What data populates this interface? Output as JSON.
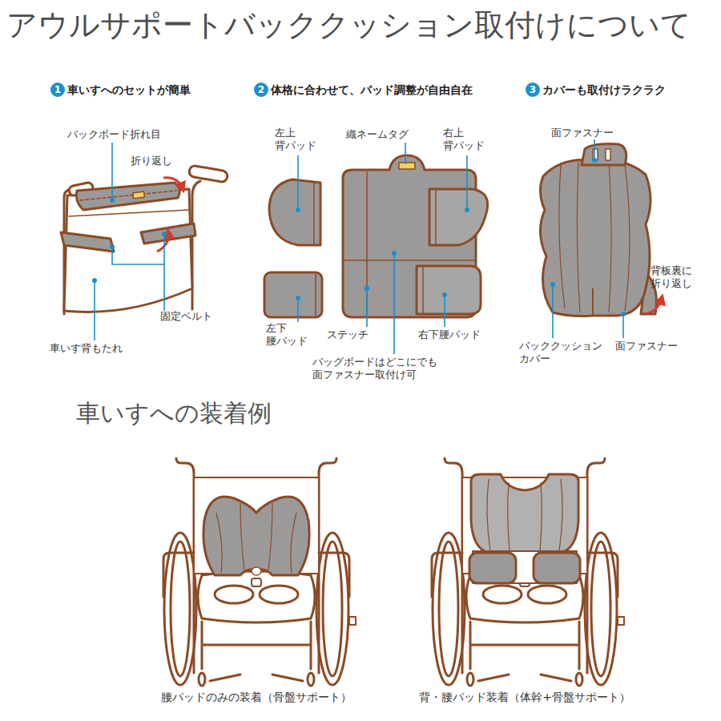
{
  "diagram": {
    "title": "アウルサポートバッククッション取付けについて",
    "nodes": [
      {
        "text": [
          "1"
        ]
      },
      {
        "text": [
          "2"
        ]
      },
      {
        "text": [
          "3"
        ]
      }
    ],
    "labels": [
      "車いすへのセットが簡単",
      "体格に合わせて、パッド調整が自由自在",
      "カバーも取付けラクラク",
      "バックボード折れ目",
      "折り返し",
      "固定ベルト",
      "車いす背もたれ",
      "左上 背パッド",
      "織ネームタグ",
      "右上 背パッド",
      "左下 腰パッド",
      "ステッチ",
      "右下腰パッド",
      "バッグボードはどこにでも 面ファスナー取付け可",
      "面ファスナー",
      "背板裏に 折り返し",
      "バッククッション カバー",
      "面ファスナー",
      "車いすへの装着例",
      "腰パッドのみの装着（骨盤サポート）",
      "背・腰パッド装着（体幹+骨盤サポート）"
    ]
  }
}
